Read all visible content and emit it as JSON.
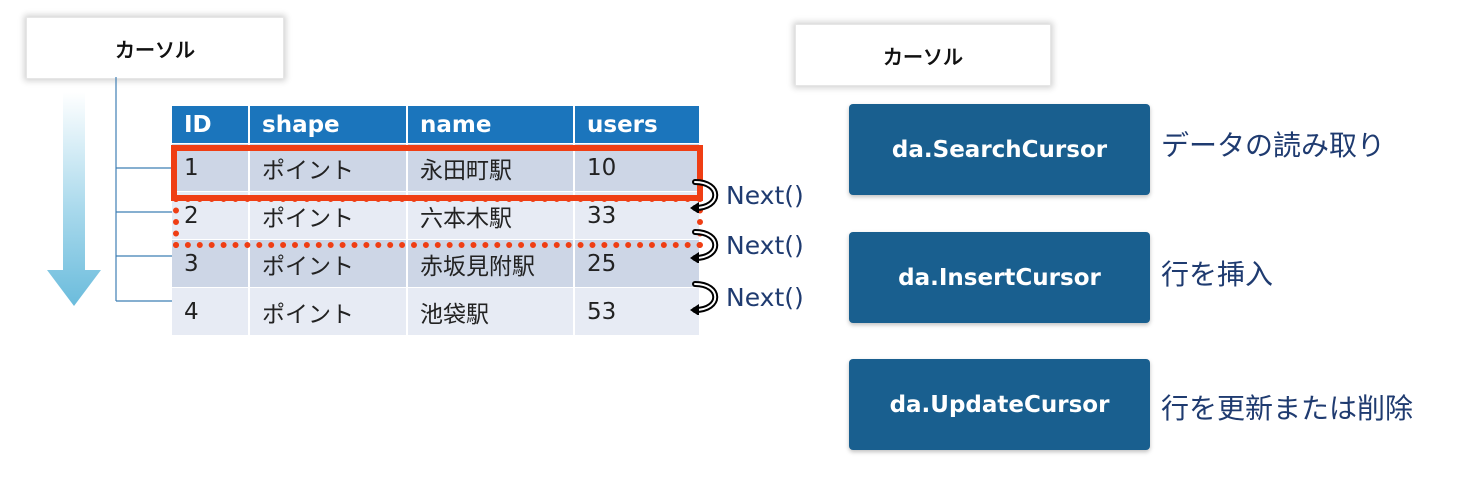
{
  "cursor_label_left": "カーソル",
  "cursor_label_right": "カーソル",
  "table": {
    "headers": [
      "ID",
      "shape",
      "name",
      "users"
    ],
    "rows": [
      [
        "1",
        "ポイント",
        "永田町駅",
        "10"
      ],
      [
        "2",
        "ポイント",
        "六本木駅",
        "33"
      ],
      [
        "3",
        "ポイント",
        "赤坂見附駅",
        "25"
      ],
      [
        "4",
        "ポイント",
        "池袋駅",
        "53"
      ]
    ]
  },
  "next_labels": [
    "Next()",
    "Next()",
    "Next()"
  ],
  "methods": [
    {
      "name": "da.SearchCursor",
      "desc": "データの読み取り"
    },
    {
      "name": "da.InsertCursor",
      "desc": "行を挿入"
    },
    {
      "name": "da.UpdateCursor",
      "desc": "行を更新または削除"
    }
  ],
  "colors": {
    "header_blue": "#1b75bc",
    "method_blue": "#195f8f",
    "highlight_red": "#ef3e14",
    "text_navy": "#1f3b70",
    "arrow_light_blue": "#7cc3df"
  }
}
